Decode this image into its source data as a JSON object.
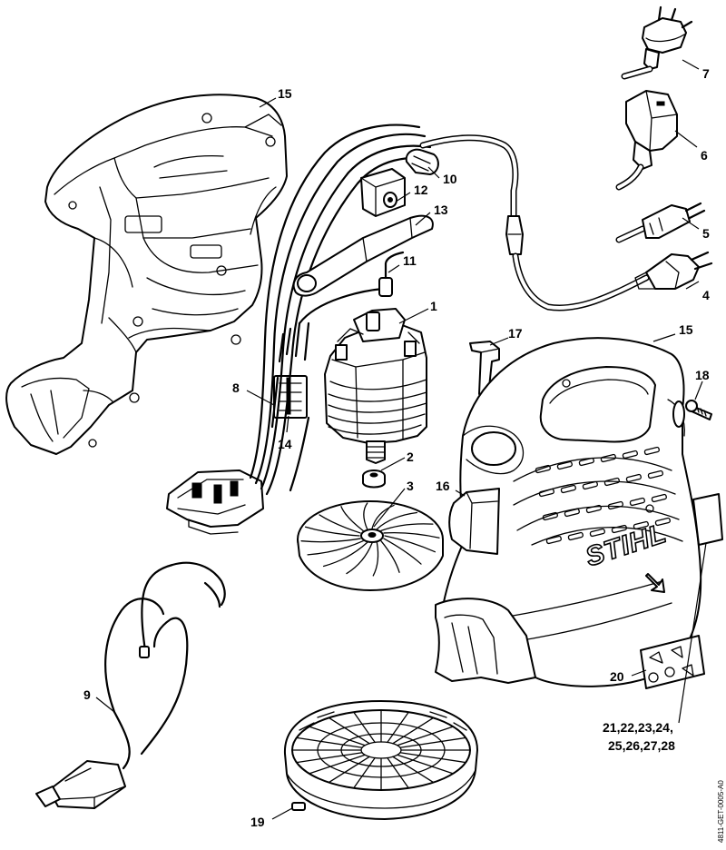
{
  "brand_logo": "STIHL",
  "document_code": "4811-GET-0005-A0",
  "callouts": [
    {
      "id": "c1",
      "text": "1"
    },
    {
      "id": "c2",
      "text": "2"
    },
    {
      "id": "c3",
      "text": "3"
    },
    {
      "id": "c4",
      "text": "4"
    },
    {
      "id": "c5",
      "text": "5"
    },
    {
      "id": "c6",
      "text": "6"
    },
    {
      "id": "c7",
      "text": "7"
    },
    {
      "id": "c8",
      "text": "8"
    },
    {
      "id": "c9",
      "text": "9"
    },
    {
      "id": "c10",
      "text": "10"
    },
    {
      "id": "c11",
      "text": "11"
    },
    {
      "id": "c12",
      "text": "12"
    },
    {
      "id": "c13",
      "text": "13"
    },
    {
      "id": "c14",
      "text": "14"
    },
    {
      "id": "c15a",
      "text": "15"
    },
    {
      "id": "c15b",
      "text": "15"
    },
    {
      "id": "c16",
      "text": "16"
    },
    {
      "id": "c17",
      "text": "17"
    },
    {
      "id": "c18",
      "text": "18"
    },
    {
      "id": "c19",
      "text": "19"
    },
    {
      "id": "c20",
      "text": "20"
    },
    {
      "id": "c21a",
      "text": "21,22,23,24,"
    },
    {
      "id": "c21b",
      "text": "25,26,27,28"
    }
  ],
  "icons": [
    "plug-icon",
    "warning-label-icon",
    "arrow-icon"
  ]
}
